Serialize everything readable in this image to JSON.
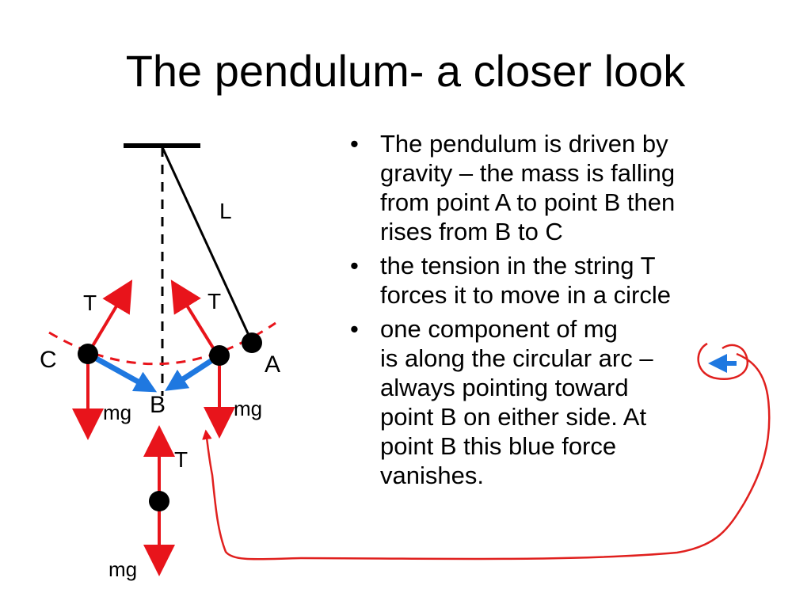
{
  "title": "The pendulum- a closer look",
  "labels": {
    "L": "L",
    "T_left": "T",
    "T_mid": "T",
    "T_bottom": "T",
    "C": "C",
    "A": "A",
    "B": "B",
    "mg_left": "mg",
    "mg_right": "mg",
    "mg_bottom": "mg"
  },
  "bullet_symbol": "•",
  "bullets": {
    "b1_lines": [
      "The pendulum is driven by",
      "gravity – the mass is falling",
      "from point A to point B then",
      "rises from B to C"
    ],
    "b2_lines": [
      "the tension in the string T",
      "forces it to move in a circle"
    ],
    "b3_lines": [
      "one component of mg",
      "is along the circular arc –",
      "always pointing toward",
      "point B on either side. At",
      "point B this blue force",
      "vanishes."
    ]
  },
  "colors": {
    "red": "#e8141b",
    "blue": "#1f78e0",
    "annotation": "#e0201e",
    "black": "#000000"
  }
}
